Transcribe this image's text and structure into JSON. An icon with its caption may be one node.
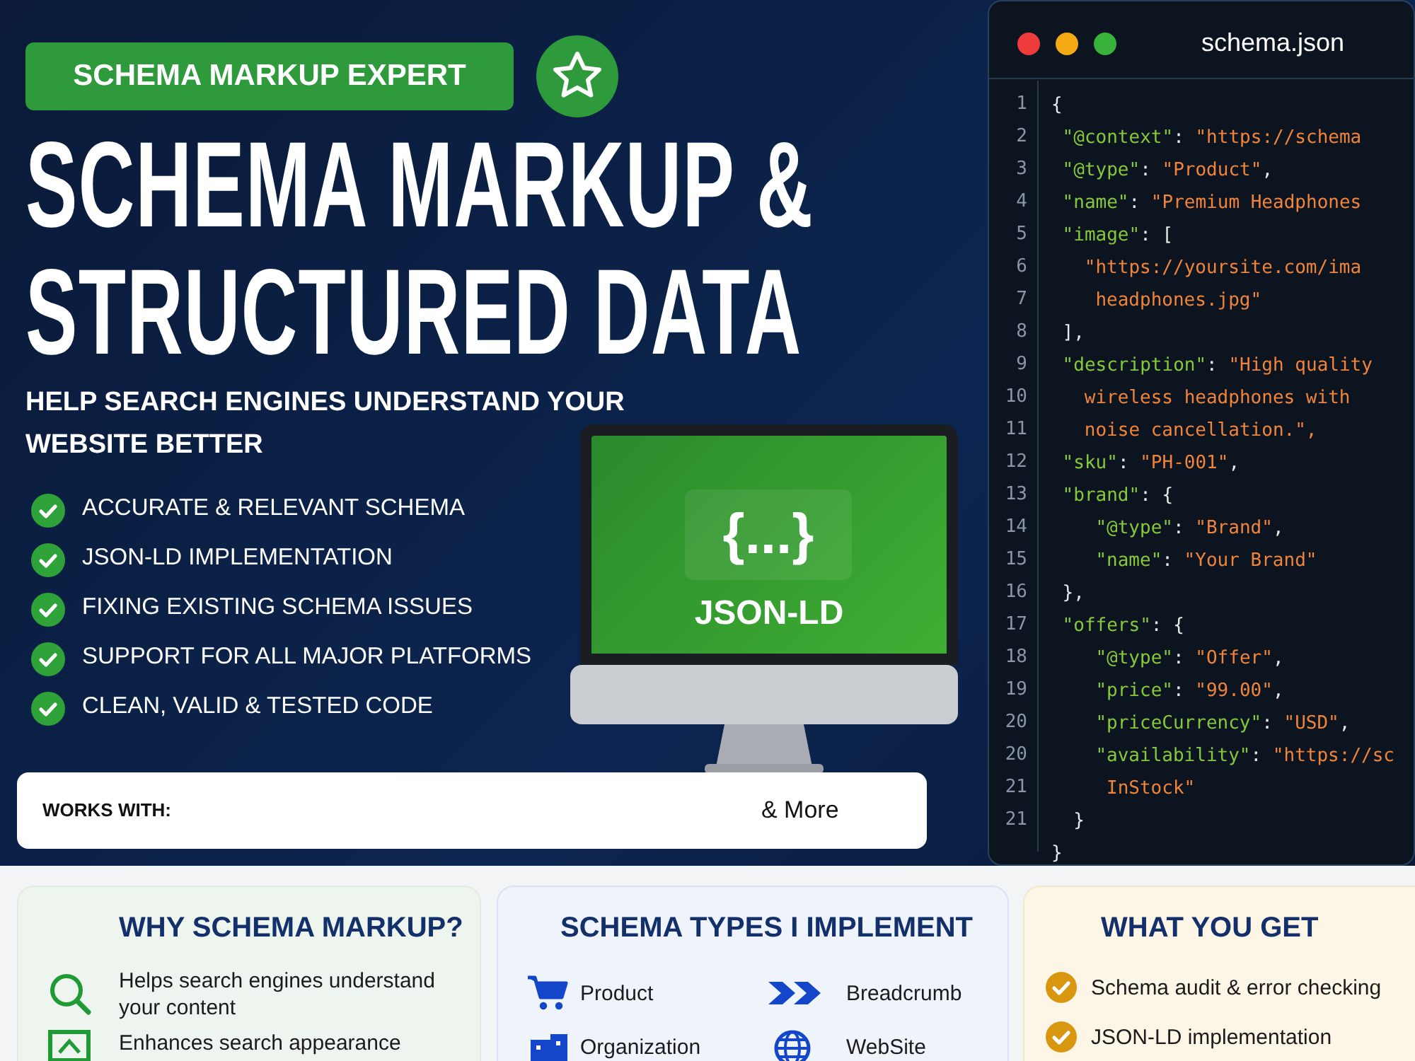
{
  "diagram": {
    "title": "SCHEMA MARKUP & **STRUCTURED DATA**",
    "nodes": [
      {
        "text": [
          "SCHEMA MARKUP EXPERT"
        ]
      },
      {
        "text": [
          "{...}",
          "JSON-LD"
        ]
      },
      {
        "text": [
          "WORKS WITH:",
          "& More"
        ]
      },
      {
        "text": [
          "schema.json",
          "{",
          "\"@context\": \"https://schema",
          "\"@type\": \"Product\",",
          "\"name\": \"Premium Headphones",
          "\"image\": [",
          "\"https://yoursite.com/ima",
          "headphones.jpg\"",
          "],",
          "\"description\": \"High quality",
          "wireless headphones with",
          "noise cancellation.\",",
          "\"sku\": \"PH-001\",",
          "\"brand\": {",
          "\"@type\": \"Brand\",",
          "\"name\": \"Your Brand\"",
          "},",
          "\"offers\": {",
          "\"@type\": \"Offer\",",
          "\"price\": \"99.00\",",
          "\"priceCurrency\": \"USD\",",
          "\"availability\": \"https://sc",
          "InStock\"",
          "}",
          "}"
        ]
      },
      {
        "text": [
          "WHY SCHEMA MARKUP?",
          "Helps search engines understand your content",
          "Enhances search appearance"
        ]
      },
      {
        "text": [
          "SCHEMA TYPES I IMPLEMENT",
          "Product",
          "Breadcrumb",
          "Organization",
          "WebSite"
        ]
      },
      {
        "text": [
          "WHAT YOU GET",
          "Schema audit & error checking",
          "JSON-LD implementation"
        ]
      }
    ],
    "labels": [
      "HELP SEARCH ENGINES UNDERSTAND YOUR WEBSITE BETTER",
      "ACCURATE & RELEVANT SCHEMA",
      "JSON-LD IMPLEMENTATION",
      "FIXING EXISTING SCHEMA ISSUES",
      "SUPPORT FOR ALL MAJOR PLATFORMS",
      "CLEAN, VALID & TESTED CODE",
      "1",
      "2",
      "3",
      "4",
      "5",
      "6",
      "7",
      "8",
      "9",
      "10",
      "11",
      "12",
      "13",
      "14",
      "15",
      "16",
      "17",
      "18",
      "19",
      "20",
      "20",
      "21",
      "21"
    ]
  }
}
